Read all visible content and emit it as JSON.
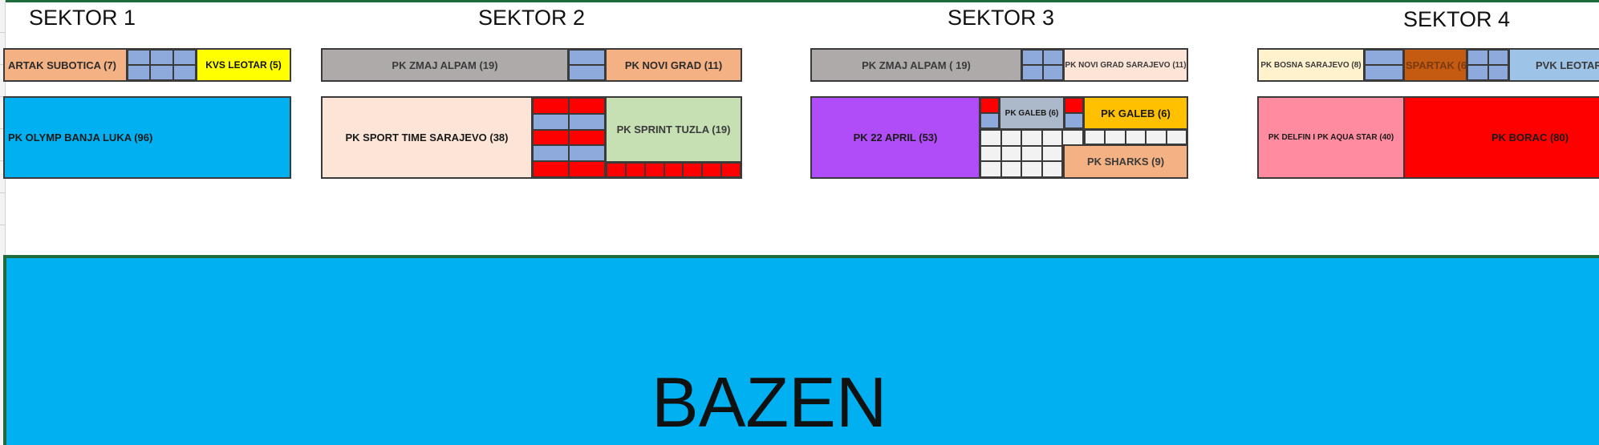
{
  "sectors": {
    "s1": {
      "title": "SEKTOR 1",
      "row1_a": "ARTAK SUBOTICA (7)",
      "row1_b": "KVS LEOTAR (5)",
      "row2_a": "PK OLYMP  BANJA LUKA (96)"
    },
    "s2": {
      "title": "SEKTOR 2",
      "row1_a": "PK ZMAJ ALPAM (19)",
      "row1_b": "PK NOVI GRAD  (11)",
      "row2_a": "PK SPORT TIME SARAJEVO (38)",
      "row2_b": "PK SPRINT TUZLA (19)"
    },
    "s3": {
      "title": "SEKTOR 3",
      "row1_a": "PK ZMAJ ALPAM ( 19)",
      "row1_b": "PK NOVI GRAD  SARAJEVO (11)",
      "row2_a": "PK 22 APRIL (53)",
      "row2_b": "PK GALEB (6)",
      "row2_c": "PK GALEB (6)",
      "row2_d": "PK SHARKS (9)"
    },
    "s4": {
      "title": "SEKTOR 4",
      "row1_a": "PK BOSNA SARAJEVO (8)",
      "row1_b": "SPARTAK (6",
      "row1_c": "PVK LEOTAR",
      "row2_a": "PK DELFIN I PK AQUA STAR (40)",
      "row2_b": "PK BORAC (80)"
    }
  },
  "pool": {
    "label": "BAZEN"
  },
  "colors": {
    "grid_blue": "#8eaadc",
    "red": "#ff0000",
    "pool_blue": "#00b0f0",
    "sheet_green_border": "#1e6b3c"
  }
}
